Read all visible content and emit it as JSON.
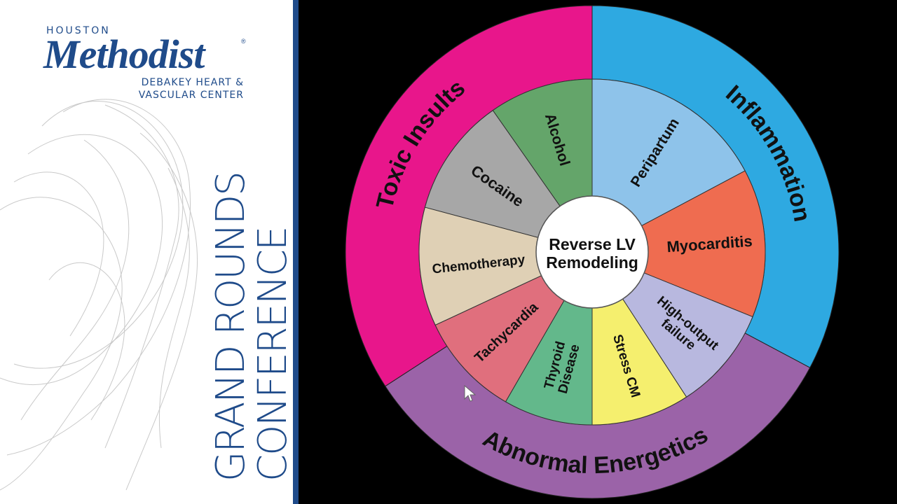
{
  "sidebar": {
    "logo": {
      "houston": "HOUSTON",
      "methodist": "Methodist",
      "registered": "®",
      "subtitle_line1": "DEBAKEY HEART &",
      "subtitle_line2": "VASCULAR CENTER"
    },
    "title_line1": "GRAND ROUNDS",
    "title_line2": "CONFERENCE",
    "bar_color": "#1f4b8a"
  },
  "diagram": {
    "center_line1": "Reverse LV",
    "center_line2": "Remodeling",
    "outer": [
      {
        "label": "Inflammation",
        "color": "#2ea9e1"
      },
      {
        "label": "Abnormal Energetics",
        "color": "#9b63a8"
      },
      {
        "label": "Toxic Insults",
        "color": "#e8168b"
      }
    ],
    "inner": [
      {
        "label": "Peripartum",
        "color": "#8ec3ea"
      },
      {
        "label": "Myocarditis",
        "color": "#ef6c50"
      },
      {
        "label": "High-output failure",
        "color": "#b8b8df"
      },
      {
        "label": "Stress CM",
        "color": "#f5ef6e"
      },
      {
        "label": "Thyroid Disease",
        "color": "#63b88b"
      },
      {
        "label": "Tachycardia",
        "color": "#e06f7d"
      },
      {
        "label": "Chemotherapy",
        "color": "#dfd0b5"
      },
      {
        "label": "Cocaine",
        "color": "#a7a7a7"
      },
      {
        "label": "Alcohol",
        "color": "#64a56a"
      }
    ]
  }
}
